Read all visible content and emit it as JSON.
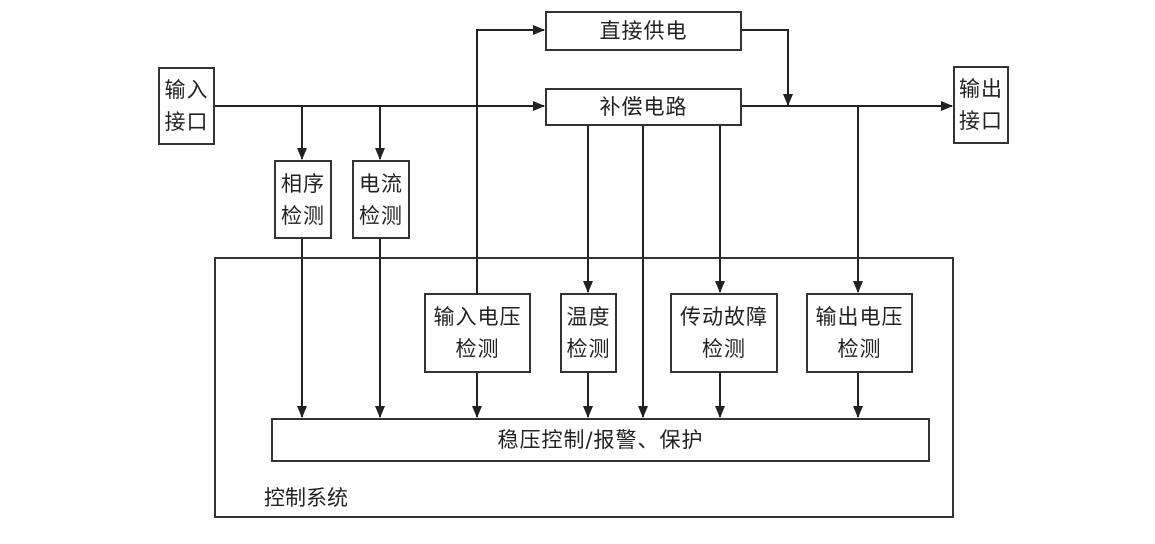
{
  "diagram": {
    "input_port": {
      "line1": "输入",
      "line2": "接口"
    },
    "output_port": {
      "line1": "输出",
      "line2": "接口"
    },
    "direct_supply": "直接供电",
    "compensation_circuit": "补偿电路",
    "phase_sequence_detect": {
      "line1": "相序",
      "line2": "检测"
    },
    "current_detect": {
      "line1": "电流",
      "line2": "检测"
    },
    "input_voltage_detect": {
      "line1": "输入电压",
      "line2": "检测"
    },
    "temperature_detect": {
      "line1": "温度",
      "line2": "检测"
    },
    "drive_fault_detect": {
      "line1": "传动故障",
      "line2": "检测"
    },
    "output_voltage_detect": {
      "line1": "输出电压",
      "line2": "检测"
    },
    "control_bar": "稳压控制/报警、保护",
    "control_system_label": "控制系统"
  }
}
